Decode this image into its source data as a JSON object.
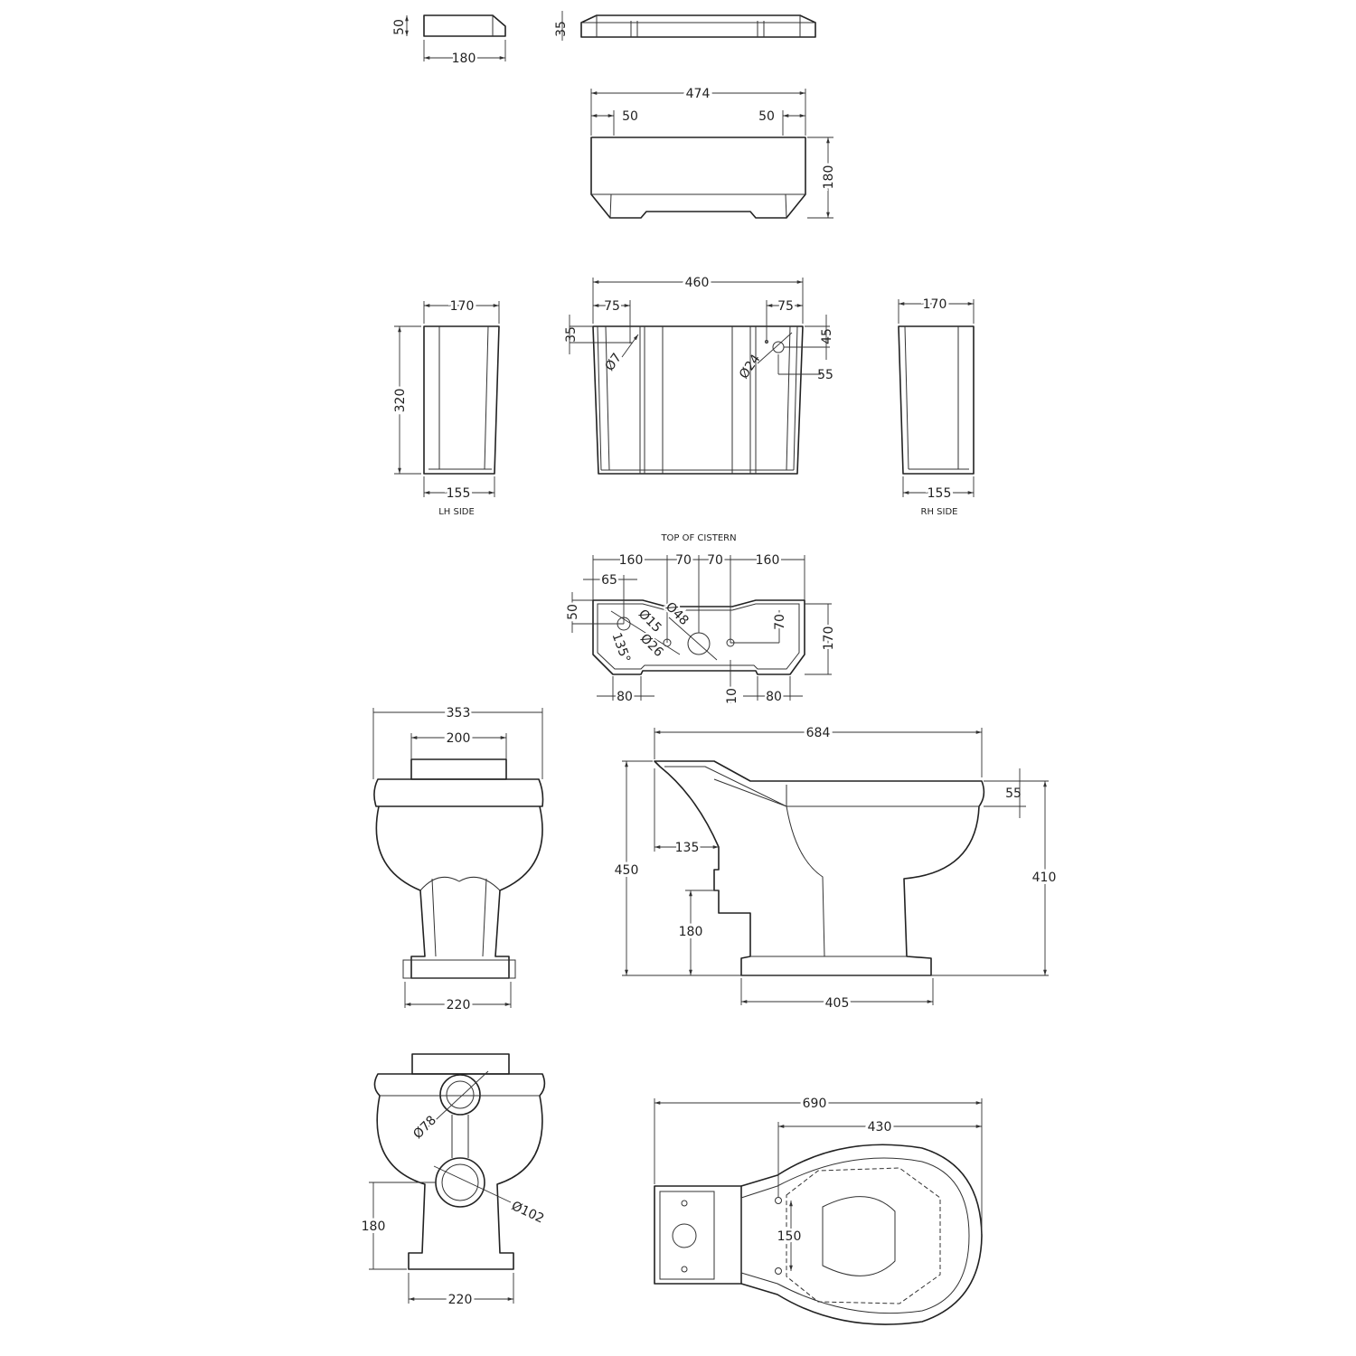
{
  "captions": {
    "lh_side": "LH SIDE",
    "rh_side": "RH SIDE",
    "top_of_cistern": "TOP OF CISTERN"
  },
  "lid_side": {
    "height": "50",
    "width": "180"
  },
  "lid_front": {
    "height": "35"
  },
  "lid_top": {
    "width": "474",
    "left_offset": "50",
    "right_offset": "50",
    "depth": "180"
  },
  "cistern_front": {
    "width": "460",
    "left_offset": "75",
    "right_offset": "75",
    "left_hole_drop": "35",
    "left_hole_dia": "Ø7",
    "right_hole_dia": "Ø24",
    "right_hole_drop": "45",
    "right_hole_offset": "55"
  },
  "cistern_lh": {
    "top_width": "170",
    "height": "320",
    "bottom_width": "155"
  },
  "cistern_rh": {
    "top_width": "170",
    "bottom_width": "155"
  },
  "cistern_top": {
    "d1": "160",
    "d2": "70",
    "d3": "70",
    "d4": "160",
    "d5": "65",
    "d6": "50",
    "hole_a": "Ø15",
    "hole_b": "Ø48",
    "hole_c": "Ø26",
    "angle": "135°",
    "d7": "70",
    "depth": "170",
    "foot_left": "80",
    "notch": "10",
    "foot_right": "80"
  },
  "pan_front": {
    "width": "353",
    "cistern_width": "200",
    "foot_width": "220"
  },
  "pan_side": {
    "length": "684",
    "rim": "55",
    "outlet_setback": "135",
    "total_height": "450",
    "outlet_height": "180",
    "rim_height": "410",
    "foot_length": "405"
  },
  "pan_back": {
    "inlet_dia": "Ø78",
    "outlet_dia": "Ø102",
    "outlet_height": "180",
    "foot_width": "220"
  },
  "pan_plan": {
    "length": "690",
    "bowl_length": "430",
    "seat_fixing": "150"
  }
}
